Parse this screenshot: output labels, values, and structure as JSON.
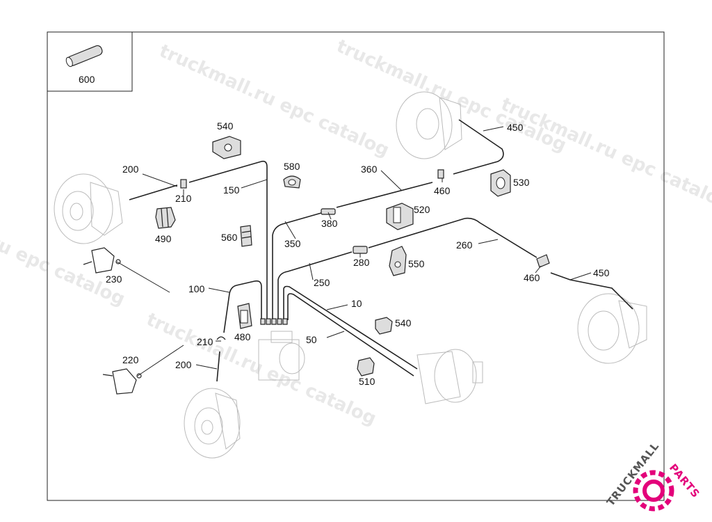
{
  "watermark": {
    "text": "truckmall.ru epc catalog",
    "logo_text_1": "TRUCKMALL",
    "logo_text_2": "PARTS",
    "logo_color_1": "#555555",
    "logo_color_2": "#e3007a"
  },
  "inset": {
    "label": "600"
  },
  "callouts": {
    "c10": "10",
    "c50": "50",
    "c100": "100",
    "c150": "150",
    "c200a": "200",
    "c200b": "200",
    "c210a": "210",
    "c210b": "210",
    "c220": "220",
    "c230": "230",
    "c250": "250",
    "c260": "260",
    "c280": "280",
    "c350": "350",
    "c360": "360",
    "c380": "380",
    "c450a": "450",
    "c450b": "450",
    "c460a": "460",
    "c460b": "460",
    "c480": "480",
    "c490": "490",
    "c510": "510",
    "c520": "520",
    "c530": "530",
    "c540a": "540",
    "c540b": "540",
    "c550": "550",
    "c560": "560",
    "c580": "580"
  }
}
